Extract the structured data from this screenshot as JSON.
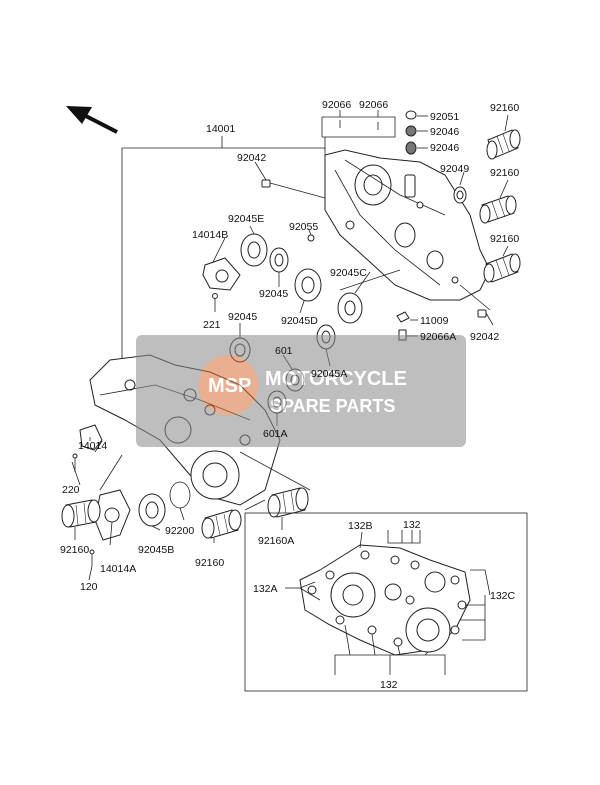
{
  "labels": {
    "l14001": "14001",
    "l92066a": "92066",
    "l92066b": "92066",
    "l92051": "92051",
    "l92046a": "92046",
    "l92046b": "92046",
    "l92160a": "92160",
    "l92160b": "92160",
    "l92160c": "92160",
    "l92042a": "92042",
    "l92049": "92049",
    "l92045e": "92045E",
    "l92055": "92055",
    "l14014b": "14014B",
    "l92045a_top": "92045",
    "l92045c": "92045C",
    "l221": "221",
    "l92045b_mid": "92045",
    "l92045d": "92045D",
    "l11009": "11009",
    "l92066A": "92066A",
    "l92042b": "92042",
    "l601": "601",
    "l92045A": "92045A",
    "l601A": "601A",
    "l14014": "14014",
    "l220": "220",
    "l92160d": "92160",
    "l92045B": "92045B",
    "l92200": "92200",
    "l92160e": "92160",
    "l92160A": "92160A",
    "l14014A": "14014A",
    "l120": "120",
    "l132B": "132B",
    "l132": "132",
    "l132A": "132A",
    "l132C": "132C",
    "l132bottom": "132"
  },
  "watermark": {
    "word1": "MOTORCYCLE",
    "word2": "SPARE PARTS",
    "logo": "MSP"
  },
  "colors": {
    "watermark_bg": "#8a8a8a",
    "watermark_accent": "#e46a2a",
    "line": "#222222"
  }
}
